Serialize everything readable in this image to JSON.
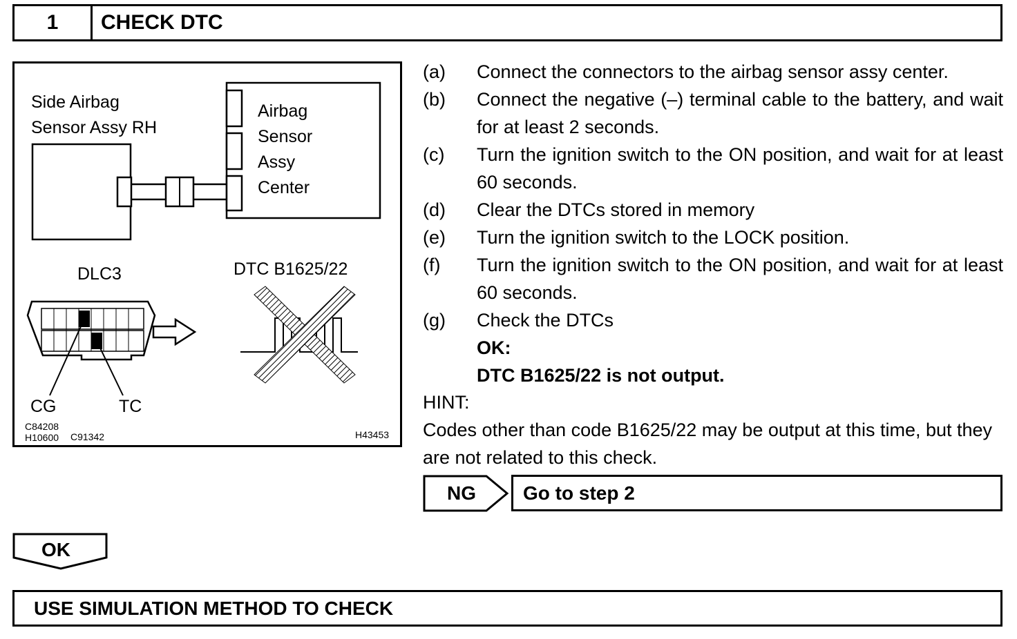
{
  "header": {
    "number": "1",
    "title": "CHECK DTC"
  },
  "figure": {
    "side_sensor_label_1": "Side Airbag",
    "side_sensor_label_2": "Sensor Assy RH",
    "center_label_1": "Airbag",
    "center_label_2": "Sensor",
    "center_label_3": "Assy",
    "center_label_4": "Center",
    "dlc_label": "DLC3",
    "dtc_label": "DTC B1625/22",
    "cg_label": "CG",
    "tc_label": "TC",
    "code_1": "C84208",
    "code_2": "H10600",
    "code_3": "C91342",
    "code_4": "H43453"
  },
  "steps": [
    {
      "label": "(a)",
      "text": "Connect the connectors to the airbag sensor assy center."
    },
    {
      "label": "(b)",
      "text": "Connect the negative (–) terminal cable to the battery, and wait for at least 2 seconds."
    },
    {
      "label": "(c)",
      "text": "Turn the ignition switch to the ON position, and wait for at least 60 seconds."
    },
    {
      "label": "(d)",
      "text": "Clear the DTCs stored in memory"
    },
    {
      "label": "(e)",
      "text": "Turn the ignition switch to the LOCK position."
    },
    {
      "label": "(f)",
      "text": "Turn the ignition switch to the ON position, and wait for at least 60 seconds."
    },
    {
      "label": "(g)",
      "text": "Check the DTCs"
    }
  ],
  "result": {
    "ok_label": "OK:",
    "ok_text": "DTC B1625/22 is not output."
  },
  "hint": {
    "title": "HINT:",
    "text": "Codes other than code B1625/22 may be output at this time, but they are not related to this check."
  },
  "ng": {
    "label": "NG",
    "action": "Go to step 2"
  },
  "ok_button": {
    "label": "OK"
  },
  "next_step": {
    "title": "USE SIMULATION METHOD TO CHECK"
  }
}
